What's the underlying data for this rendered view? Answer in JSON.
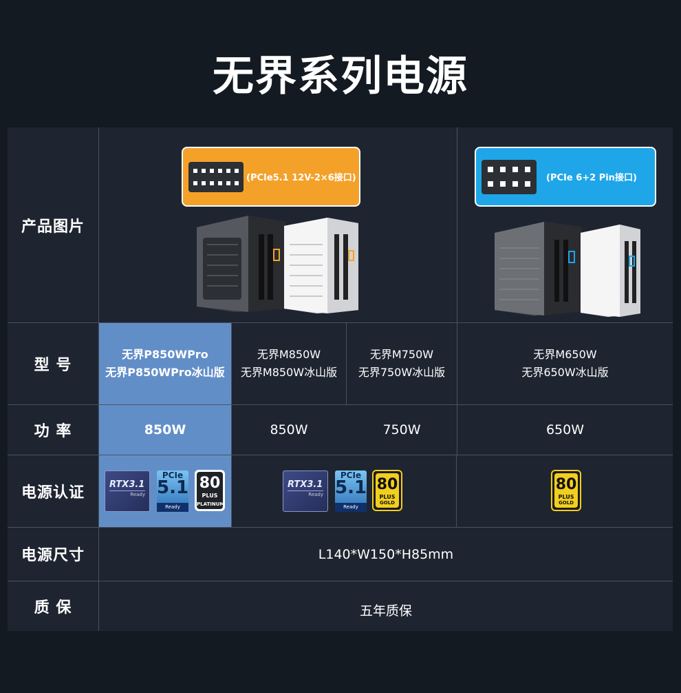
{
  "title": "无界系列电源",
  "row_headers": {
    "image": "产品图片",
    "model": "型 号",
    "power": "功 率",
    "cert": "电源认证",
    "size": "电源尺寸",
    "warranty": "质 保"
  },
  "connectors": {
    "left": "(PCIe5.1 12V-2×6接口)",
    "right": "(PCIe 6+2 Pin接口)"
  },
  "models": [
    {
      "line1": "无界P850WPro",
      "line2": "无界P850WPro冰山版"
    },
    {
      "line1": "无界M850W",
      "line2": "无界M850W冰山版"
    },
    {
      "line1": "无界M750W",
      "line2": "无界750W冰山版"
    },
    {
      "line1": "无界M650W",
      "line2": "无界650W冰山版"
    }
  ],
  "powers": [
    "850W",
    "850W",
    "750W",
    "650W"
  ],
  "certs": {
    "rtx_label": "RTX3.1",
    "rtx_sub": "Ready",
    "pcie_top": "PCIe",
    "pcie_ver": "5.1",
    "pcie_sub": "Ready",
    "plus_num": "80",
    "plus_word": "PLUS",
    "platinum": "PLATINUM",
    "gold": "GOLD"
  },
  "size": "L140*W150*H85mm",
  "warranty": "五年质保",
  "colors": {
    "background": "#141a22",
    "table": "#1e2530",
    "highlight": "#628ec8",
    "orange_badge": "#f4a12a",
    "blue_badge": "#1ea6e8",
    "gold": "#f2cf1e"
  }
}
